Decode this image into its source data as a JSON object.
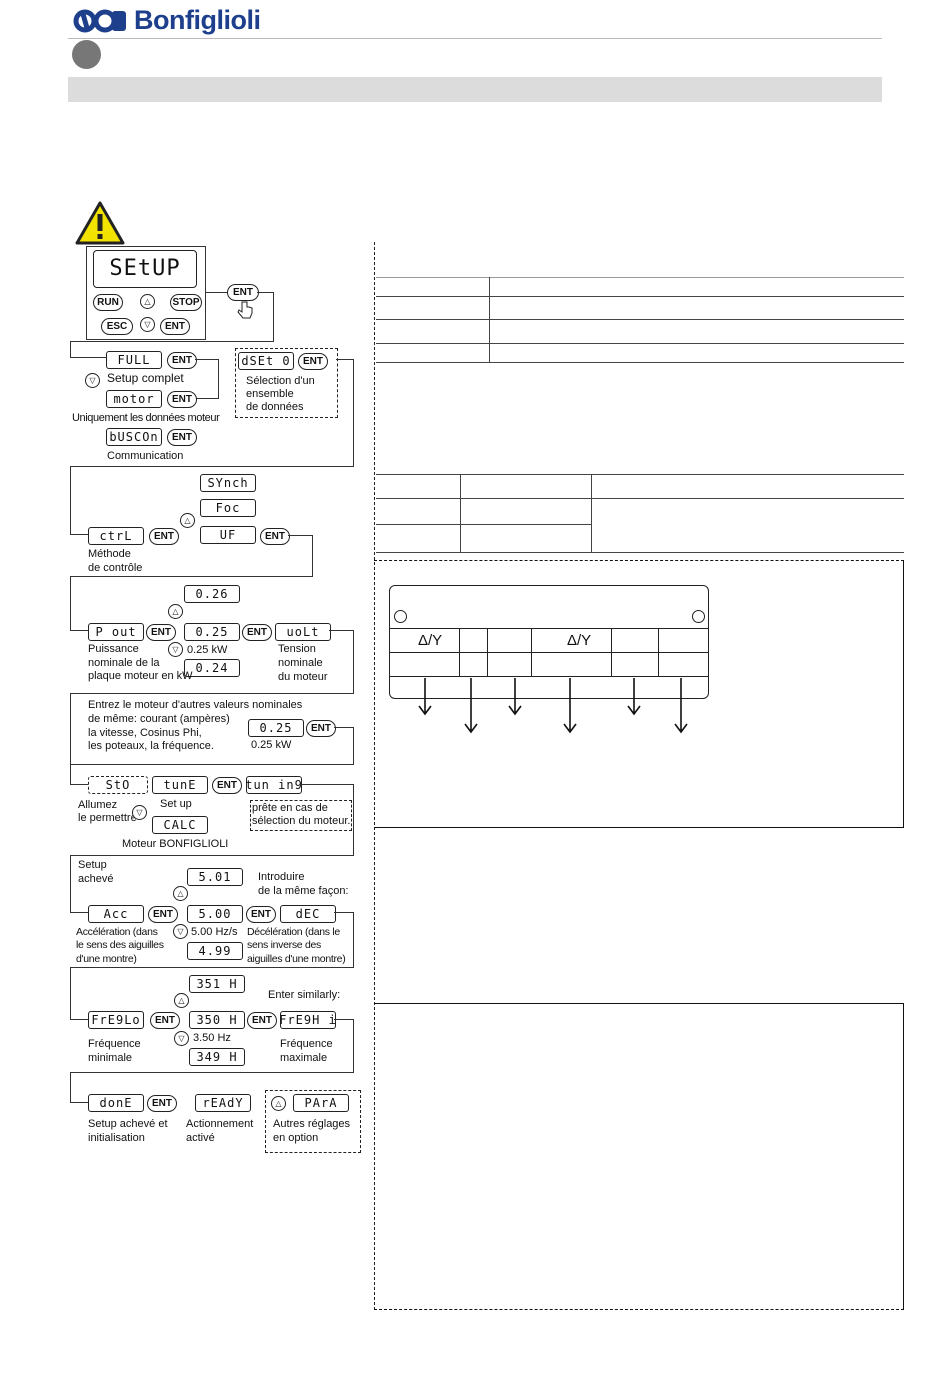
{
  "header": {
    "brand": "Bonfiglioli"
  },
  "keypad": {
    "display": "SEtUP",
    "keys": [
      "RUN",
      "△",
      "STOP",
      "ESC",
      "▽",
      "ENT"
    ],
    "side_key": "ENT"
  },
  "setup_mode": {
    "full": "FULL",
    "full_desc": "Setup complet",
    "motor": "motor",
    "motor_desc": "Uniquement les données moteur",
    "buscon": "bUSCOn",
    "buscon_desc": "Communication",
    "dset": "dSEt 0",
    "dset_desc": [
      "Sélection d'un",
      "ensemble",
      "de données"
    ]
  },
  "control": {
    "options": [
      "SYnch",
      "Foc",
      "UF"
    ],
    "ctrl": "ctrL",
    "desc": [
      "Méthode",
      "de contrôle"
    ]
  },
  "power": {
    "up": "0.26",
    "current": "0.25",
    "down": "0.24",
    "pout": "P out",
    "step": "0.25 kW",
    "volt": "uoLt",
    "desc": [
      "Puissance",
      "nominale de la",
      "plaque moteur en kW"
    ],
    "volt_desc": [
      "Tension",
      "nominale",
      "du moteur"
    ]
  },
  "others": {
    "text": [
      "Entrez le moteur d'autres valeurs nominales",
      "de même: courant (ampères)",
      "la vitesse, Cosinus Phi,",
      "les poteaux, la fréquence."
    ],
    "value": "0.25",
    "unit": "0.25 kW"
  },
  "tuning": {
    "sto": "StO",
    "tune": "tunE",
    "tuning": "tun in9",
    "calc": "CALC",
    "allumez": [
      "Allumez",
      "le permettre"
    ],
    "setup": "Set up",
    "ready": [
      "prête en cas de",
      "sélection du moteur."
    ],
    "motor": "Moteur BONFIGLIOLI"
  },
  "accel": {
    "done": [
      "Setup",
      "achevé"
    ],
    "up": "5.01",
    "value": "5.00",
    "down": "4.99",
    "acc": "Acc",
    "dec": "dEC",
    "step": "5.00 Hz/s",
    "similar": [
      "Introduire",
      "de la même façon:"
    ],
    "acc_desc": [
      "Accélération (dans",
      "le sens des aiguilles",
      "d'une montre)"
    ],
    "dec_desc": [
      "Décélération (dans le",
      "sens inverse des",
      "aiguilles d'une montre)"
    ]
  },
  "freq": {
    "up": "351 H",
    "value": "350 H",
    "down": "349 H",
    "low": "FrE9Lo",
    "high": "FrE9H i",
    "step": "3.50 Hz",
    "similar": "Enter similarly:",
    "min_desc": [
      "Fréquence",
      "minimale"
    ],
    "max_desc": [
      "Fréquence",
      "maximale"
    ]
  },
  "final": {
    "done": "donE",
    "ready": "rEAdY",
    "para": "PArA",
    "done_desc": [
      "Setup achevé et",
      "initialisation"
    ],
    "ready_desc": [
      "Actionnement",
      "activé"
    ],
    "para_desc": [
      "Autres réglages",
      "en option"
    ]
  },
  "nameplate": {
    "delta_star_1": "Δ/Y",
    "delta_star_2": "Δ/Y"
  }
}
